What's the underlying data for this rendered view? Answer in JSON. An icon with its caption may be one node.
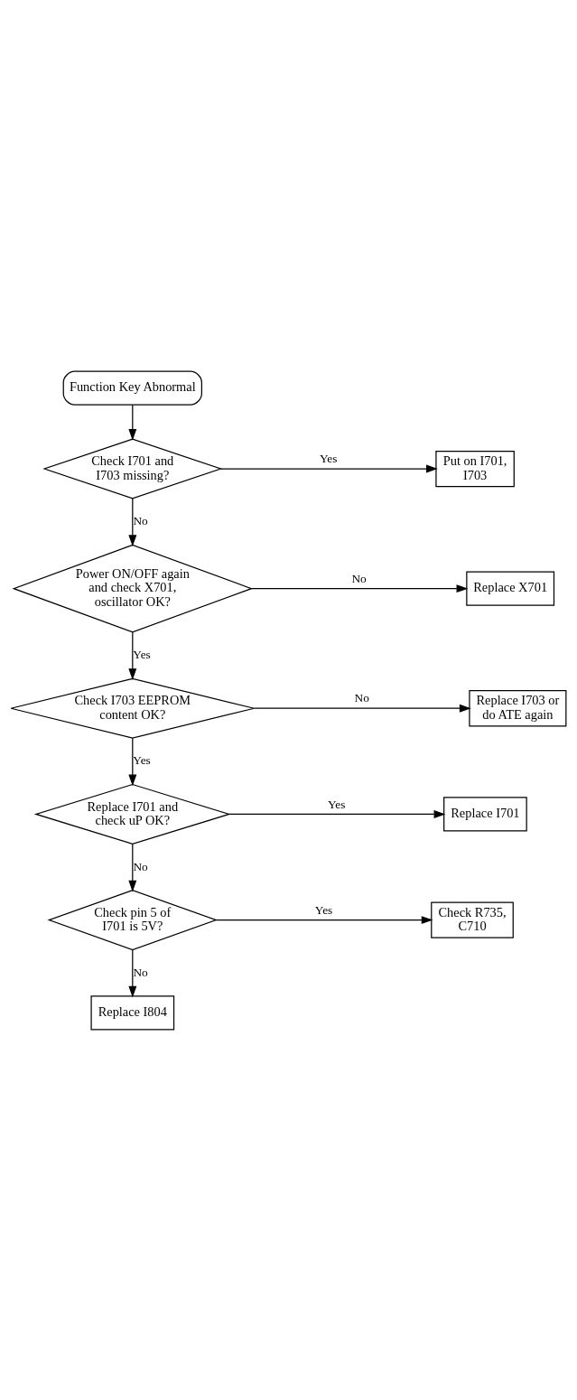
{
  "diagram": {
    "nodes": [
      {
        "text": [
          "Function Key Abnormal"
        ]
      },
      {
        "text": [
          "Check I701 and I703 missing?"
        ]
      },
      {
        "text": [
          "Put on I701, I703"
        ]
      },
      {
        "text": [
          "Power ON/OFF again and check X701, oscillator OK?"
        ]
      },
      {
        "text": [
          "Replace X701"
        ]
      },
      {
        "text": [
          "Check I703 EEPROM content OK?"
        ]
      },
      {
        "text": [
          "Replace I703 or do ATE again"
        ]
      },
      {
        "text": [
          "Replace I701 and check uP OK?"
        ]
      },
      {
        "text": [
          "Replace I701"
        ]
      },
      {
        "text": [
          "Check pin 5 of I701 is 5V?"
        ]
      },
      {
        "text": [
          "Check R735, C710"
        ]
      },
      {
        "text": [
          "Replace I804"
        ]
      }
    ],
    "edges": [
      {
        "from": 0,
        "to": 1,
        "arrow": "to"
      },
      {
        "from": 1,
        "to": 2,
        "arrow": "to",
        "label": "Yes"
      },
      {
        "from": 1,
        "to": 3,
        "arrow": "to",
        "label": "No"
      },
      {
        "from": 3,
        "to": 4,
        "arrow": "to",
        "label": "No"
      },
      {
        "from": 3,
        "to": 5,
        "arrow": "to",
        "label": "Yes"
      },
      {
        "from": 5,
        "to": 6,
        "arrow": "to",
        "label": "No"
      },
      {
        "from": 5,
        "to": 7,
        "arrow": "to",
        "label": "Yes"
      },
      {
        "from": 7,
        "to": 8,
        "arrow": "to",
        "label": "Yes"
      },
      {
        "from": 7,
        "to": 9,
        "arrow": "to",
        "label": "No"
      },
      {
        "from": 9,
        "to": 10,
        "arrow": "to",
        "label": "Yes"
      },
      {
        "from": 9,
        "to": 11,
        "arrow": "to",
        "label": "No"
      }
    ]
  }
}
